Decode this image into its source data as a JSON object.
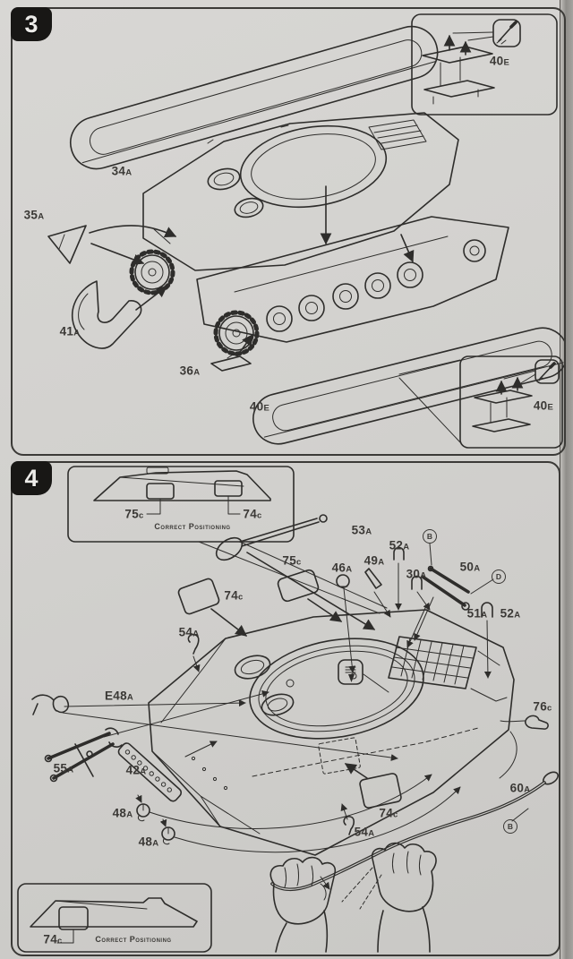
{
  "page": {
    "type": "Model kit assembly instructions",
    "paper_color": "#d2d1ce",
    "ink_color": "#2e2d2b"
  },
  "icons": {
    "knife": "hobby-knife-icon",
    "glue": "cement-tube-icon"
  },
  "step3": {
    "number": "3",
    "parts": {
      "p34a": "34A",
      "p35a": "35A",
      "p41a": "41A",
      "p36a": "36A",
      "p40e_track": "40E",
      "inset_top_part": "40E",
      "inset_bottom_part": "40E"
    }
  },
  "step4": {
    "number": "4",
    "inset_top": {
      "p75c": "75c",
      "p74c": "74c",
      "caption": "Correct Positioning"
    },
    "inset_bottom": {
      "p74c": "74c",
      "caption": "Correct Positioning"
    },
    "parts": {
      "p53a": "53A",
      "p52a_top": "52A",
      "p49a": "49A",
      "p46a": "46A",
      "p30a": "30A",
      "p50a": "50A",
      "p51a": "51A",
      "p52a_right": "52A",
      "p75c": "75c",
      "p74c_top": "74c",
      "p54a_top": "54A",
      "pe48a": "E48A",
      "p55a": "55A",
      "p42a": "42A",
      "p48a_1": "48A",
      "p48a_2": "48A",
      "p76c": "76c",
      "p60a": "60A",
      "p74c_bottom": "74c",
      "p54a_bottom": "54A"
    },
    "callouts": {
      "b_top": "B",
      "d_right": "D",
      "b_bottom": "B"
    }
  }
}
